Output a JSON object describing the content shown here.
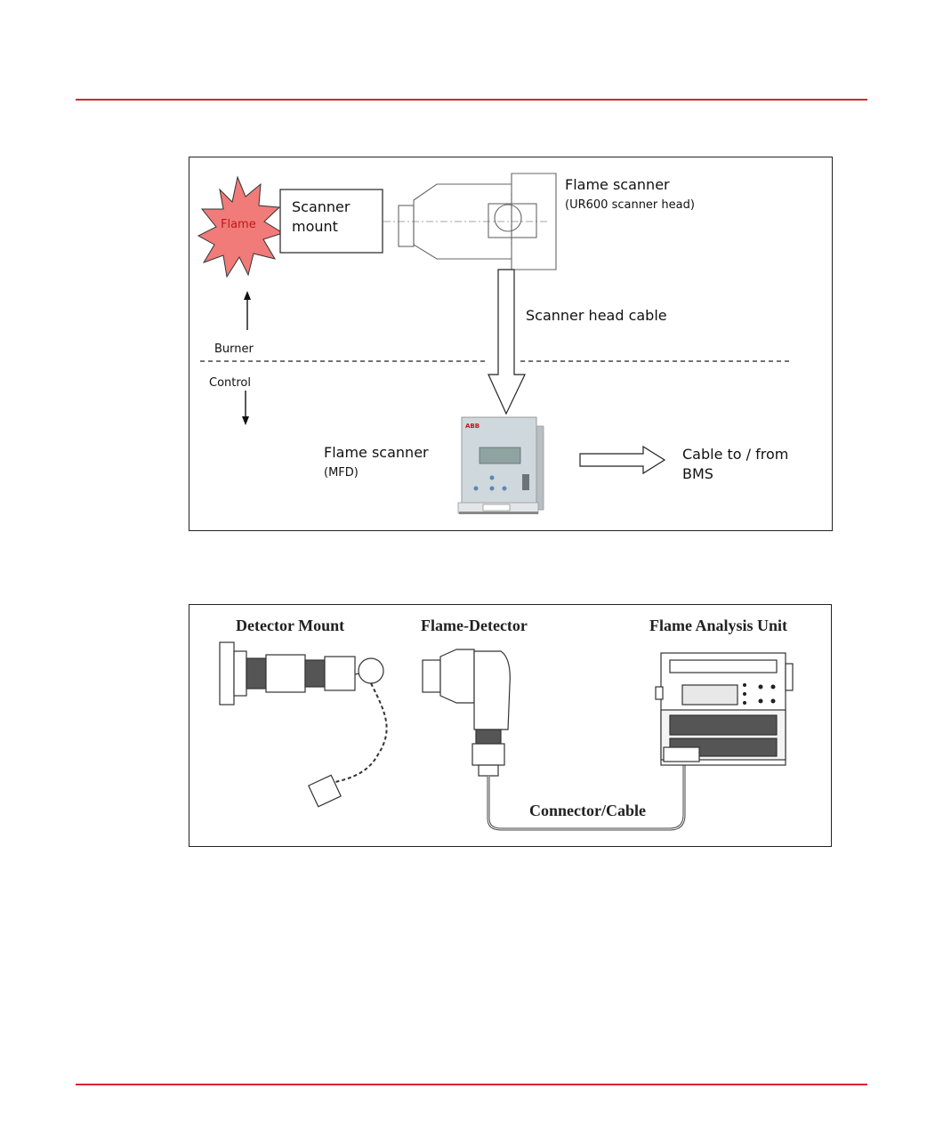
{
  "colors": {
    "rule": "#d6262f",
    "flame_fill": "#f07b78",
    "flame_text": "#c0171f"
  },
  "diagram1": {
    "flame_label": "Flame",
    "scanner_mount_line1": "Scanner",
    "scanner_mount_line2": "mount",
    "flame_scanner_title": "Flame scanner",
    "flame_scanner_sub": "(UR600 scanner head)",
    "scanner_head_cable": "Scanner head cable",
    "burner_label": "Burner",
    "control_label": "Control",
    "mfd_title": "Flame scanner",
    "mfd_sub": "(MFD)",
    "bms_line1": "Cable to / from",
    "bms_line2": "BMS",
    "device_brand": "ABB"
  },
  "diagram2": {
    "detector_mount": "Detector Mount",
    "flame_detector": "Flame-Detector",
    "flame_analysis_unit": "Flame Analysis Unit",
    "connector_cable": "Connector/Cable"
  }
}
